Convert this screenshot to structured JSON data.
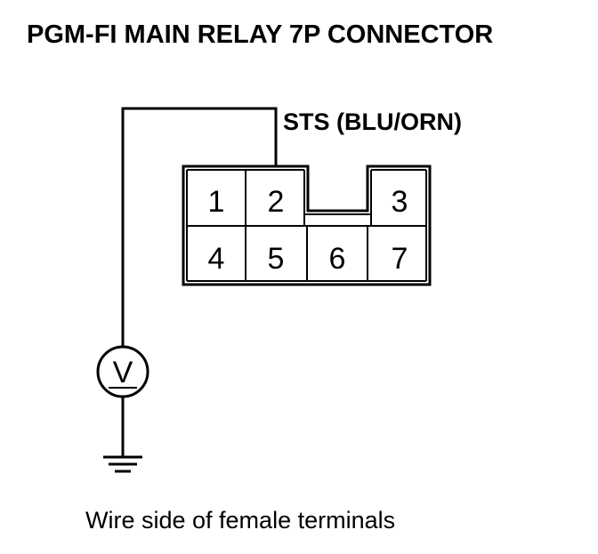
{
  "title": "PGM-FI MAIN RELAY 7P CONNECTOR",
  "wire_label": "STS (BLU/ORN)",
  "connector": {
    "pins_top": [
      "1",
      "2",
      "3"
    ],
    "pins_bottom": [
      "4",
      "5",
      "6",
      "7"
    ]
  },
  "meter": {
    "symbol": "V"
  },
  "caption": "Wire side of female terminals"
}
